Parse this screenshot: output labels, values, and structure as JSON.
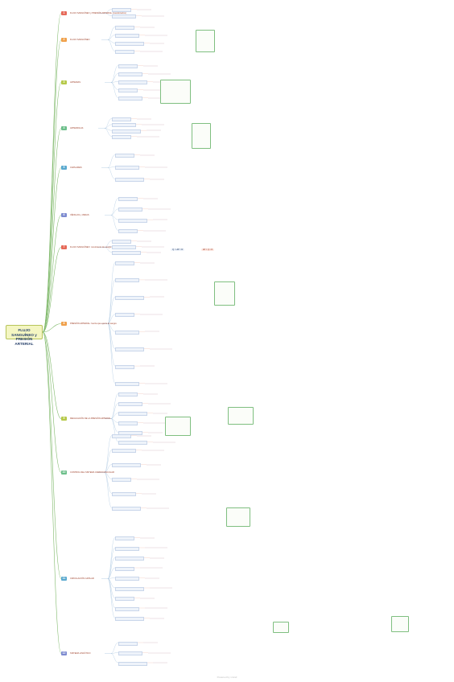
{
  "root_title": "FLUJO SANGUÍNEO y PRESIÓN ARTERIAL",
  "watermark": "Powered by xmind",
  "colors": {
    "branch": "#7fb96a",
    "root_fill": "#f4f6c2",
    "title_text": "#9c3b24"
  },
  "sections": [
    {
      "num": "1",
      "title": "FLUJO SANGUÍNEO y PRESIÓN ARTERIAL (cuestionarios)"
    },
    {
      "num": "2",
      "title": "FLUJO SANGUÍNEO"
    },
    {
      "num": "3",
      "title": "ARTERIAS"
    },
    {
      "num": "4",
      "title": "ARTERIOLAS"
    },
    {
      "num": "5",
      "title": "CAPILARES"
    },
    {
      "num": "6",
      "title": "VÉNULAS y VENAS"
    },
    {
      "num": "7",
      "title": "FLUJO SANGUÍNEO: movimiento de sangre por los vasos"
    },
    {
      "num": "8",
      "title": "PRESIÓN ARTERIAL: fuerza que ejerce la sangre"
    },
    {
      "num": "9",
      "title": "REGULACIÓN DE LA PRESIÓN ARTERIAL"
    },
    {
      "num": "10",
      "title": "CONTROL DEL SISTEMA CARDIOVASCULAR"
    },
    {
      "num": "11",
      "title": "CIRCULACIÓN CAPILAR"
    },
    {
      "num": "12",
      "title": "SISTEMA LINFÁTICO"
    }
  ],
  "formula": "Q = ΔP / R",
  "formula2": "ΔP = Q × R"
}
